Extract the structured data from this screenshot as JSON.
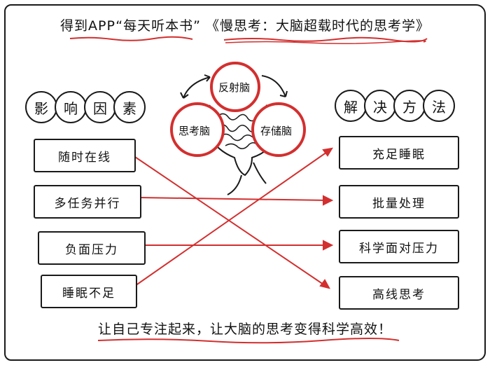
{
  "title": {
    "left": "得到APP“每天听本书”",
    "right": "《慢思考：大脑超载时代的思考学》"
  },
  "left_header": [
    "影",
    "响",
    "因",
    "素"
  ],
  "right_header": [
    "解",
    "决",
    "方",
    "法"
  ],
  "brain": {
    "top": "反射脑",
    "left": "思考脑",
    "right": "存储脑"
  },
  "left_items": [
    "随时在线",
    "多任务并行",
    "负面压力",
    "睡眠不足"
  ],
  "right_items": [
    "充足睡眠",
    "批量处理",
    "科学面对压力",
    "高线思考"
  ],
  "footer": "让自己专注起来，让大脑的思考变得科学高效！",
  "colors": {
    "accent": "#d32f2f",
    "ink": "#1a1a1a"
  }
}
